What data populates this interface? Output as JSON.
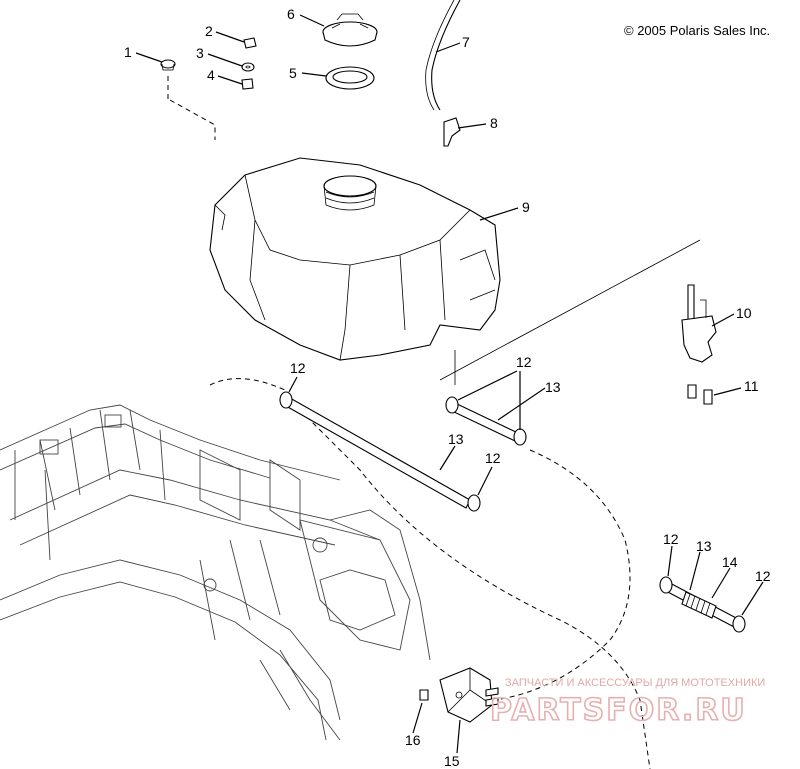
{
  "copyright": "© 2005 Polaris Sales Inc.",
  "watermark": {
    "tagline": "ЗАПЧАСТИ И АКСЕССУАРЫ ДЛЯ МОТОТЕХНИКИ",
    "brand": "PARTSFOR.RU"
  },
  "callouts": {
    "c1": "1",
    "c2": "2",
    "c3": "3",
    "c4": "4",
    "c5": "5",
    "c6": "6",
    "c7": "7",
    "c8": "8",
    "c9": "9",
    "c10": "10",
    "c11": "11",
    "c12a": "12",
    "c12b": "12",
    "c12c": "12",
    "c12d": "12",
    "c12e": "12",
    "c13a": "13",
    "c13b": "13",
    "c13c": "13",
    "c14": "14",
    "c15": "15",
    "c16": "16"
  }
}
